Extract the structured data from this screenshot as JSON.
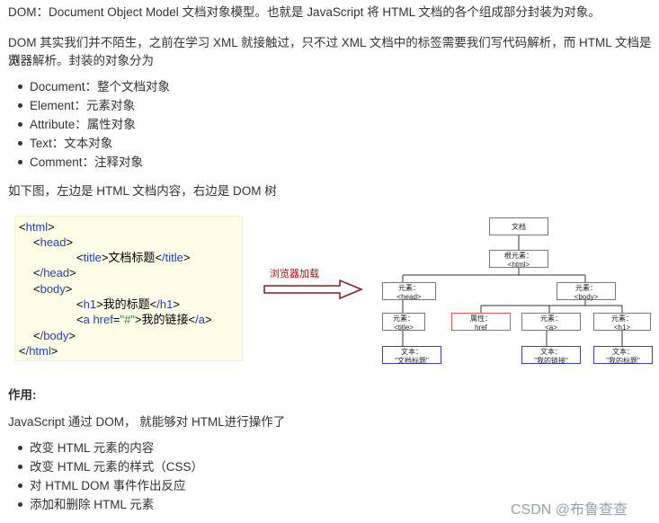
{
  "intro": {
    "line1": "DOM：Document Object Model 文档对象模型。也就是 JavaScript 将 HTML 文档的各个组成部分封装为对象。",
    "line2a": "DOM 其实我们并不陌生，之前在学习 XML 就接触过，只不过 XML 文档中的标签需要我们写代码解析，而 HTML 文档是浏",
    "line2b": "览器解析。封装的对象分为"
  },
  "objects": [
    "Document：整个文档对象",
    "Element：元素对象",
    "Attribute：属性对象",
    "Text：文本对象",
    "Comment：注释对象"
  ],
  "figure_caption": "如下图，左边是 HTML 文档内容，右边是 DOM 树",
  "code": {
    "l1_open": "<",
    "l1_tag": "html",
    "l1_close": ">",
    "l2_tag": "head",
    "l3_tag": "title",
    "l3_text": "文档标题",
    "l3_end": "/title",
    "l4_tag": "/head",
    "l5_tag": "body",
    "l6_tag": "h1",
    "l6_text": "我的标题",
    "l6_end": "/h1",
    "l7_tag": "a",
    "l7_attr": "href",
    "l7_val": "\"#\"",
    "l7_text": "我的链接",
    "l7_end": "/a",
    "l8_tag": "/body",
    "l9_tag": "/html"
  },
  "arrow_label": "浏览器加载",
  "tree": {
    "document": "文档",
    "root_a": "根元素：",
    "root_b": "<html>",
    "head_a": "元素：",
    "head_b": "<head>",
    "body_a": "元素：",
    "body_b": "<body>",
    "title_a": "元素：",
    "title_b": "<title>",
    "attr_a": "属性：",
    "attr_b": "href",
    "a_a": "元素：",
    "a_b": "<a>",
    "h1_a": "元素：",
    "h1_b": "<h1>",
    "t1_a": "文本：",
    "t1_b": "\"文档标题\"",
    "t2_a": "文本：",
    "t2_b": "\"我的链接\"",
    "t3_a": "文本：",
    "t3_b": "\"我的标题\""
  },
  "section_title": "作用:",
  "usage_intro": "JavaScript 通过 DOM， 就能够对 HTML进行操作了",
  "usages": [
    "改变 HTML 元素的内容",
    "改变 HTML 元素的样式（CSS）",
    "对 HTML DOM 事件作出反应",
    "添加和删除 HTML 元素"
  ],
  "watermark": "CSDN @布鲁查查",
  "colors": {
    "tag": "#1f3fbf",
    "string": "#1c8a1c",
    "code_bg": "#fdfde8",
    "arrow": "#8b1a1a",
    "text_node_border": "#3b3bd8",
    "attr_node_border": "#e05555"
  }
}
